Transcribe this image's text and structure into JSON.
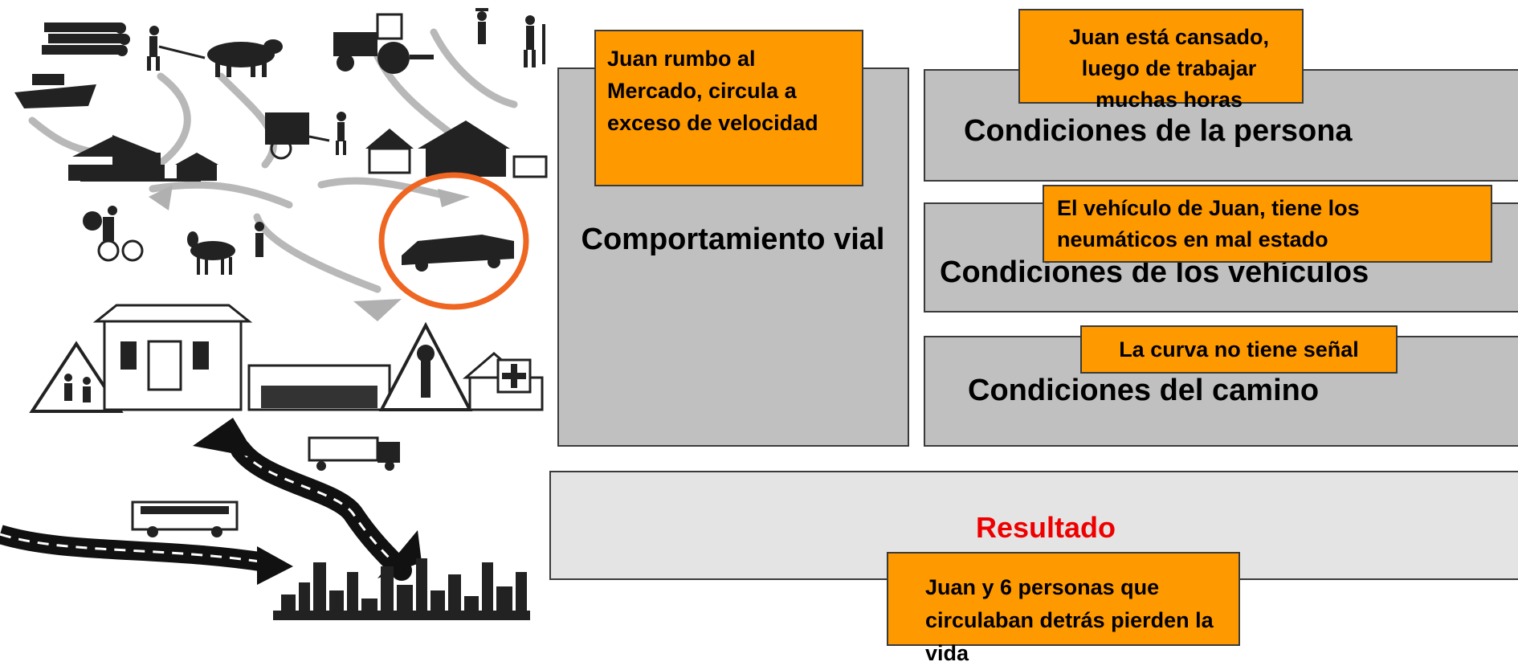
{
  "boxes": {
    "comportamiento": "Comportamiento vial",
    "persona": "Condiciones de la persona",
    "vehiculos": "Condiciones de los vehículos",
    "camino": "Condiciones del camino",
    "resultado": "Resultado"
  },
  "notes": {
    "mercado": "Juan rumbo al Mercado, circula a exceso de velocidad",
    "cansado": "Juan está cansado, luego de trabajar muchas horas",
    "neumaticos": "El vehículo de Juan, tiene los neumáticos en mal estado",
    "curva": "La curva no tiene señal",
    "vida": "Juan y 6 personas que circulaban detrás pierden la vida"
  },
  "colors": {
    "box_fill": "#c0c0c0",
    "result_fill": "#e4e4e4",
    "note_fill": "#ff9900",
    "result_text": "#ee0000",
    "highlight_circle": "#ee6622"
  },
  "illustration_icons": [
    "logs-icon",
    "plowing-farmer-icon",
    "ox-icon",
    "tractor-icon",
    "farmers-icon",
    "boat-icon",
    "village-houses-icon",
    "ox-cart-icon",
    "cyclist-icon",
    "donkey-icon",
    "car-icon",
    "school-sign-icon",
    "building-icon",
    "market-stall-icon",
    "repair-sign-icon",
    "medical-icon",
    "truck-icon",
    "bus-icon",
    "city-skyline-icon",
    "road-arrow-icon"
  ]
}
